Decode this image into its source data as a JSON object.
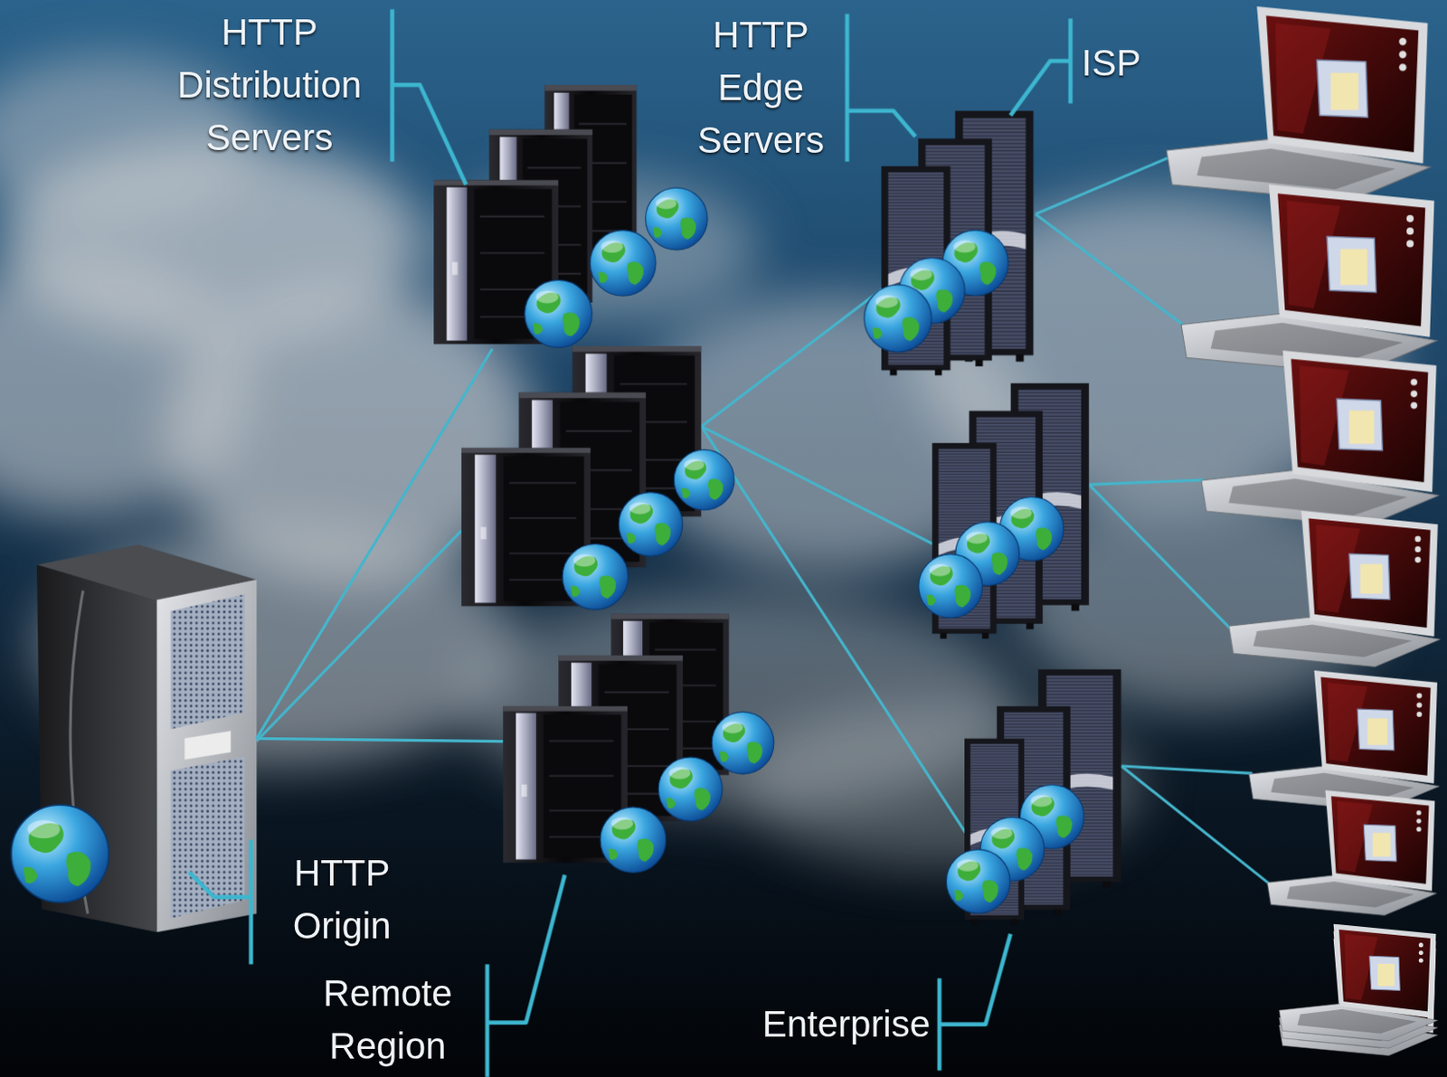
{
  "diagram": {
    "nodes": [
      {
        "text": [
          "HTTP Distribution Servers"
        ]
      },
      {
        "text": [
          "HTTP Edge Servers",
          "ISP"
        ]
      },
      {
        "text": [
          "HTTP Origin"
        ]
      },
      {
        "text": [
          "Remote Region"
        ]
      },
      {
        "text": [
          "Enterprise"
        ]
      }
    ],
    "edges": [
      {
        "from": 2,
        "to": 0,
        "arrow": "none"
      },
      {
        "from": 2,
        "to": 3,
        "arrow": "none"
      }
    ]
  }
}
